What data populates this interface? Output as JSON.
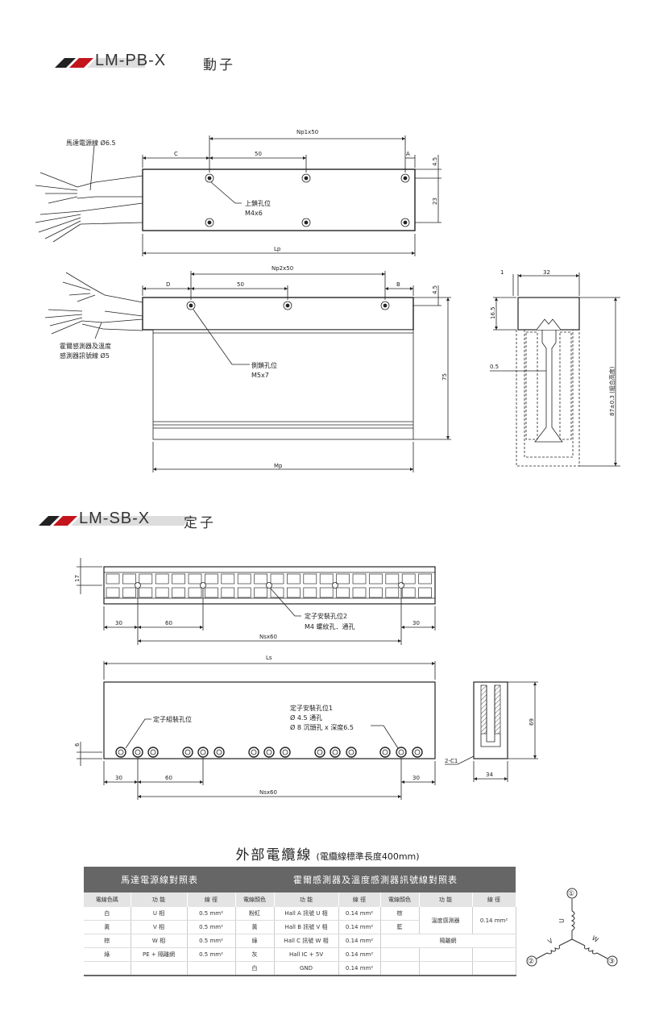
{
  "section_mover": {
    "title": "LM-PB-X",
    "subtitle": "動子"
  },
  "section_stator": {
    "title": "LM-SB-X",
    "subtitle": "定子"
  },
  "mover_top": {
    "np1": "Np1x50",
    "c": "C",
    "pitch": "50",
    "a": "A",
    "dim45": "4.5",
    "dim23": "23",
    "lp": "Lp",
    "cable": "馬達電源線 Ø6.5",
    "hole_label": "上鎖孔位",
    "hole_spec": "M4x6"
  },
  "mover_side": {
    "np2": "Np2x50",
    "d": "D",
    "pitch": "50",
    "b": "B",
    "dim45": "4.5",
    "dim75": "75",
    "mp": "Mp",
    "cable1": "霍爾感測器及溫度",
    "cable2": "感測器訊號線 Ø5",
    "hole_label": "側鎖孔位",
    "hole_spec": "M5x7"
  },
  "mover_end": {
    "dim1": "1",
    "dim32": "32",
    "dim165": "16.5",
    "dim05": "0.5",
    "height": "87±0.3 (組合高度)"
  },
  "stator_top": {
    "dim17": "17",
    "dim30l": "30",
    "dim60": "60",
    "dim30r": "30",
    "nsx": "Nsx60",
    "hole_label": "定子安裝孔位2",
    "hole_spec": "M4 螺紋孔．通孔"
  },
  "stator_side": {
    "ls": "Ls",
    "dim6": "6",
    "dim30l": "30",
    "dim60": "60",
    "dim30r": "30",
    "nsx": "Nsx60",
    "assy": "定子組裝孔位",
    "mount1": "定子安裝孔位1",
    "mount2": "Ø 4.5 通孔",
    "mount3": "Ø 8 沉頭孔 x 深度6.5"
  },
  "stator_end": {
    "dim69": "69",
    "dim34": "34",
    "c1": "2-C1"
  },
  "cable_table": {
    "title": "外部電纜線",
    "note": "(電纜線標準長度400mm)",
    "power_title": "馬達電源線對照表",
    "hall_title": "霍爾感測器及溫度感測器訊號線對照表",
    "headers": [
      "電線色碼",
      "功 能",
      "線 徑",
      "電線顏色",
      "功 能",
      "線 徑",
      "電線顏色",
      "功 能",
      "線 徑"
    ],
    "rows": [
      [
        "白",
        "U 相",
        "0.5 mm²",
        "粉紅",
        "Hall A 訊號 U 相",
        "0.14 mm²",
        "棕",
        "溫度感測器",
        "0.14 mm²"
      ],
      [
        "黃",
        "V 相",
        "0.5 mm²",
        "黃",
        "Hall B 訊號 V 相",
        "0.14 mm²",
        "藍",
        "",
        ""
      ],
      [
        "棕",
        "W 相",
        "0.5 mm²",
        "綠",
        "Hall C 訊號 W 相",
        "0.14 mm²",
        "隔離網",
        "",
        ""
      ],
      [
        "綠",
        "PE + 隔離網",
        "0.5 mm²",
        "灰",
        "Hall IC + 5V",
        "0.14 mm²",
        "",
        "",
        ""
      ],
      [
        "",
        "",
        "",
        "白",
        "GND",
        "0.14 mm²",
        "",
        "",
        ""
      ]
    ]
  },
  "wiring": {
    "u": "U",
    "v": "V",
    "w": "W",
    "n1": "①",
    "n2": "②",
    "n3": "③"
  }
}
